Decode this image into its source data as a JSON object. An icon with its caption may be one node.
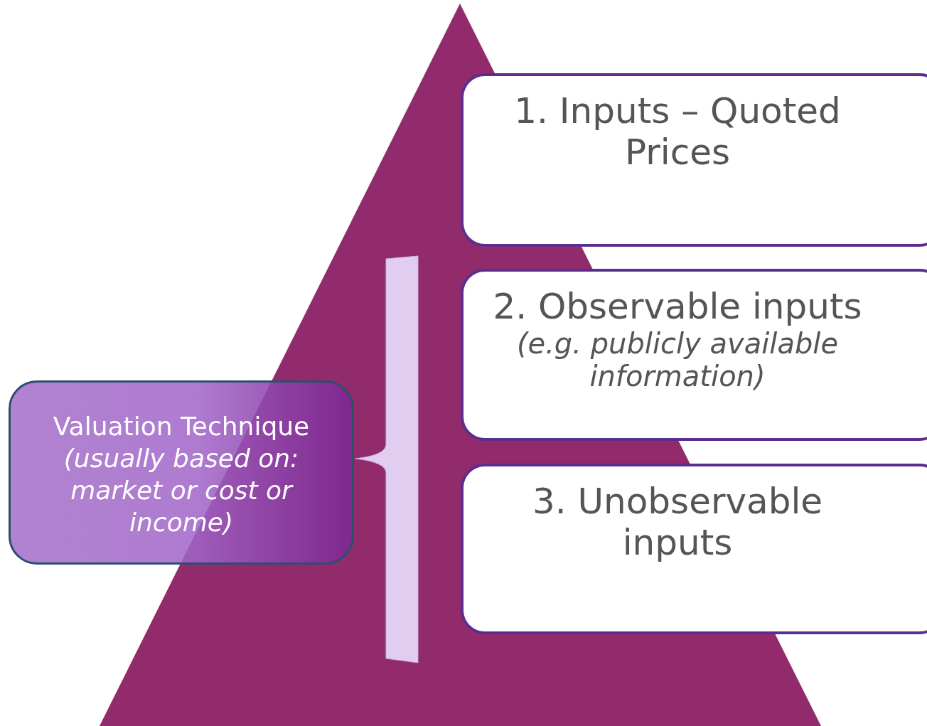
{
  "diagram": {
    "nodes": [
      {
        "text": [
          "1. Inputs – Quoted Prices"
        ]
      },
      {
        "text": [
          "2. Observable inputs",
          "(e.g. publicly available information)"
        ]
      },
      {
        "text": [
          "3. Unobservable inputs"
        ]
      },
      {
        "text": [
          "Valuation Technique",
          "(usually based on: market or cost or income)"
        ]
      }
    ]
  }
}
